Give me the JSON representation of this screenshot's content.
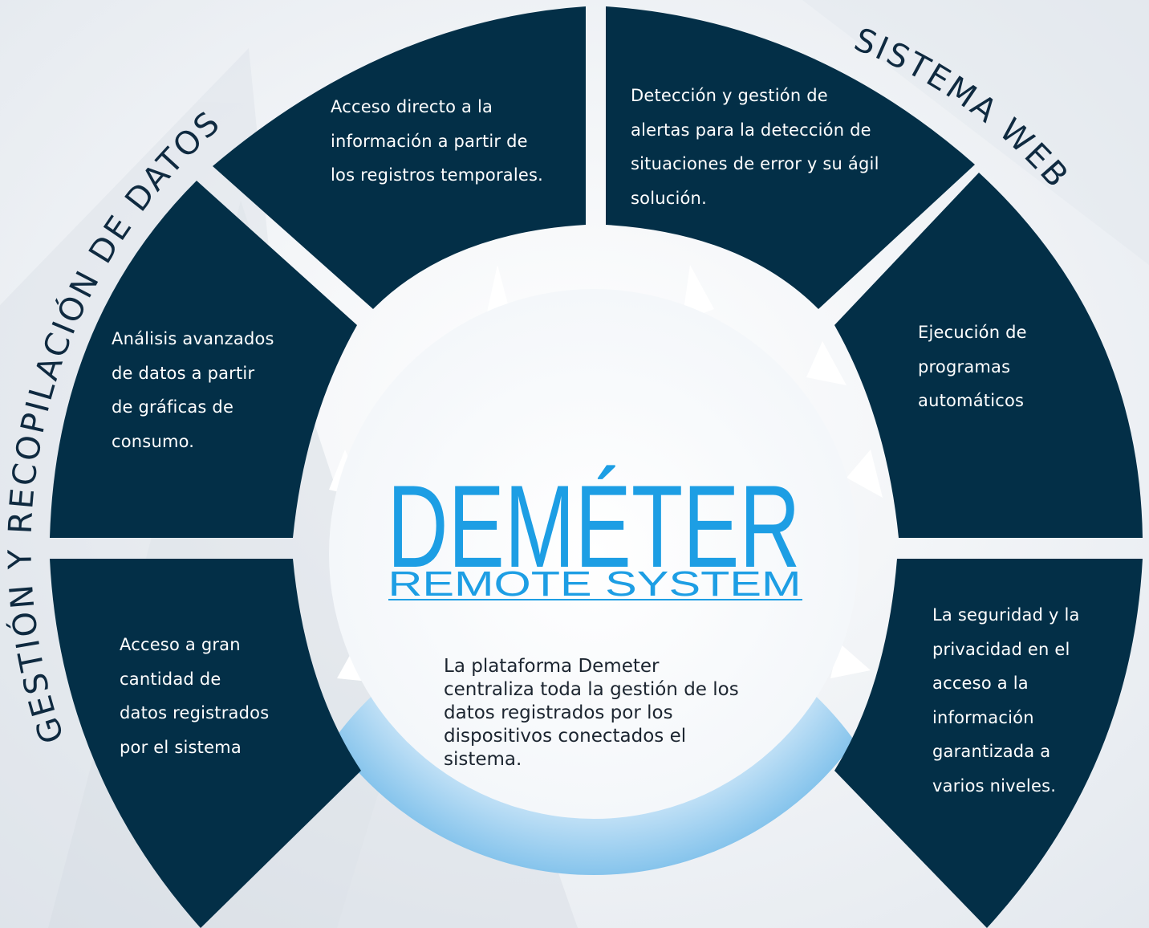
{
  "arc_titles": {
    "left": "GESTIÓN Y RECOPILACIÓN DE DATOS",
    "right": "SISTEMA WEB"
  },
  "logo": {
    "name": "DEMÉTER",
    "tagline": "REMOTE SYSTEM"
  },
  "center_description": "La plataforma Demeter\ncentraliza toda la gestión de los\ndatos registrados por los\ndispositivos conectados el\nsistema.",
  "segments": {
    "top_left": "Acceso directo a la\ninformación a partir de\nlos registros temporales.",
    "top_right": "Detección y gestión de\nalertas para la detección de\nsituaciones de error y su ágil\nsolución.",
    "upper_left": "Análisis avanzados\nde datos a partir\nde gráficas de\nconsumo.",
    "upper_right": "Ejecución de\nprogramas\nautomáticos",
    "lower_left": "Acceso a gran\ncantidad de\ndatos registrados\npor el sistema",
    "lower_right": "La seguridad y la\nprivacidad en el\nacceso a la\ninformación\ngarantizada a\nvarios niveles."
  },
  "colors": {
    "segment_fill": "#032f47",
    "arrow_ring": "#8cc8ee",
    "logo_blue": "#1d9ee4",
    "background": "#eef1f4"
  }
}
